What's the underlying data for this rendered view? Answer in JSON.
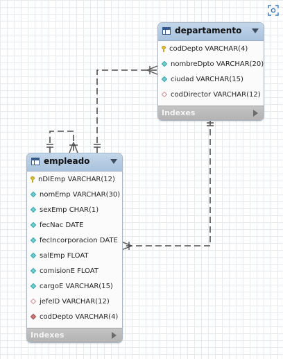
{
  "entities": {
    "departamento": {
      "title": "departamento",
      "columns": [
        {
          "text": "codDepto VARCHAR(4)",
          "kind": "primary-key"
        },
        {
          "text": "nombreDpto VARCHAR(20)",
          "kind": "attribute"
        },
        {
          "text": "ciudad VARCHAR(15)",
          "kind": "attribute"
        },
        {
          "text": "codDirector VARCHAR(12)",
          "kind": "nullable-attribute"
        }
      ],
      "indexes_label": "Indexes"
    },
    "empleado": {
      "title": "empleado",
      "columns": [
        {
          "text": "nDIEmp VARCHAR(12)",
          "kind": "primary-key"
        },
        {
          "text": "nomEmp VARCHAR(30)",
          "kind": "attribute"
        },
        {
          "text": "sexEmp CHAR(1)",
          "kind": "attribute"
        },
        {
          "text": "fecNac DATE",
          "kind": "attribute"
        },
        {
          "text": "fecIncorporacion DATE",
          "kind": "attribute"
        },
        {
          "text": "salEmp FLOAT",
          "kind": "attribute"
        },
        {
          "text": "comisionE FLOAT",
          "kind": "attribute"
        },
        {
          "text": "cargoE VARCHAR(15)",
          "kind": "attribute"
        },
        {
          "text": "jefeID VARCHAR(12)",
          "kind": "nullable-attribute"
        },
        {
          "text": "codDepto VARCHAR(4)",
          "kind": "foreign-key"
        }
      ],
      "indexes_label": "Indexes"
    }
  },
  "relationships": [
    {
      "from": "empleado",
      "to": "departamento",
      "from_cardinality": "one",
      "to_cardinality": "many"
    },
    {
      "from": "departamento",
      "to": "empleado",
      "from_cardinality": "one",
      "to_cardinality": "many"
    },
    {
      "from": "empleado",
      "to": "empleado",
      "from_cardinality": "one",
      "to_cardinality": "many"
    }
  ],
  "colors": {
    "header": "#a9c2dd",
    "connector": "#555555",
    "indexes_bar": "#b8b8b8"
  }
}
